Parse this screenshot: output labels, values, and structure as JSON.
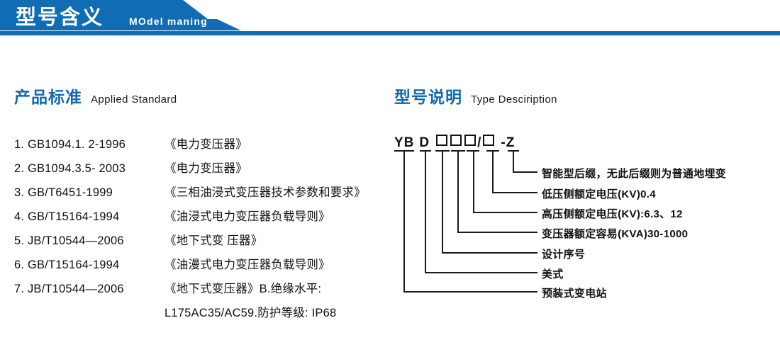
{
  "banner": {
    "title": "型号含义",
    "subtitle": "MOdel maning",
    "color": "#0f6cb5"
  },
  "sections": {
    "left": {
      "cn": "产品标准",
      "en": "Applied Standard"
    },
    "right": {
      "cn": "型号说明",
      "en": "Type Desciription"
    }
  },
  "standards": [
    {
      "code": "1. GB1094.1. 2-1996",
      "name": "《电力变压器》",
      "continuation": false
    },
    {
      "code": "2. GB1094.3.5- 2003",
      "name": "《电力变压器》",
      "continuation": false
    },
    {
      "code": "3. GB/T6451-1999",
      "name": "《三相油浸式变压器技术参数和要求》",
      "continuation": false
    },
    {
      "code": "4. GB/T15164-1994",
      "name": "《油浸式电力变压器负载导则》",
      "continuation": false
    },
    {
      "code": "5. JB/T10544—2006",
      "name": "《地下式变 压器》",
      "continuation": false
    },
    {
      "code": "6. GB/T15164-1994",
      "name": "《油漫式电力变压器负载导则》",
      "continuation": false
    },
    {
      "code": "7. JB/T10544—2006",
      "name": "《地下式变压器》B.绝缘水平:",
      "continuation": false
    },
    {
      "code": "",
      "name": "L175AC35/AC59.防护等级: IP68",
      "continuation": true
    }
  ],
  "model": {
    "code_parts": [
      "YB",
      "D",
      "box",
      "box",
      "box",
      "/",
      "box",
      "-",
      "Z"
    ],
    "code_text": "YB D □□□/□ - Z",
    "callouts": [
      {
        "label": "智能型后缀，无此后缀则为普通地埋变"
      },
      {
        "label": "低压侧额定电压(KV)0.4"
      },
      {
        "label": "高压侧额定电压(KV):6.3、12"
      },
      {
        "label": "变压器额定容易(KVA)30-1000"
      },
      {
        "label": "设计序号"
      },
      {
        "label": "美式"
      },
      {
        "label": "预装式变电站"
      }
    ]
  }
}
